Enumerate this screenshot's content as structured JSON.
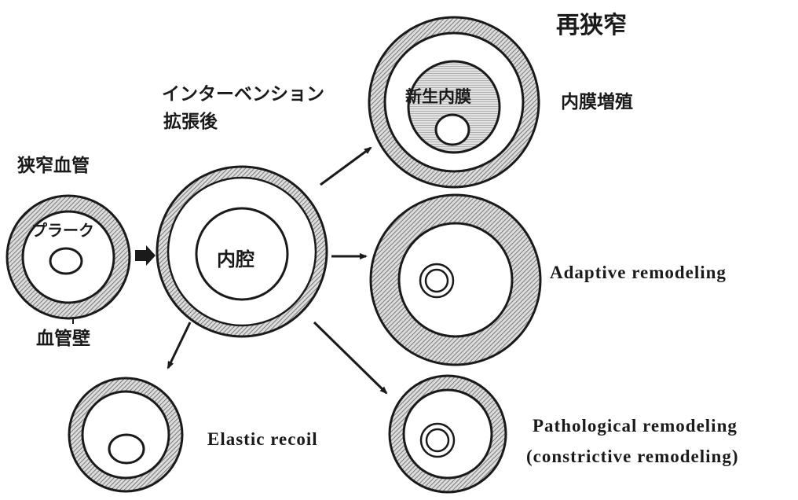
{
  "title": "再狭窄",
  "labels": {
    "stenotic_vessel": "狭窄血管",
    "plaque": "プラーク",
    "vessel_wall": "血管壁",
    "intervention_line1": "インターベンション",
    "intervention_line2": "拡張後",
    "lumen": "内腔",
    "neointima": "新生内膜",
    "intimal_hyperplasia": "内膜増殖",
    "adaptive": "Adaptive remodeling",
    "elastic_recoil": "Elastic recoil",
    "pathological_line1": "Pathological remodeling",
    "pathological_line2": "(constrictive remodeling)"
  },
  "colors": {
    "stroke": "#1a1a1a",
    "hatch_line": "#7a7a7a",
    "hatch_bg": "#dcdcdc",
    "neointima_fill": "#d4d4d4",
    "background": "#ffffff"
  }
}
